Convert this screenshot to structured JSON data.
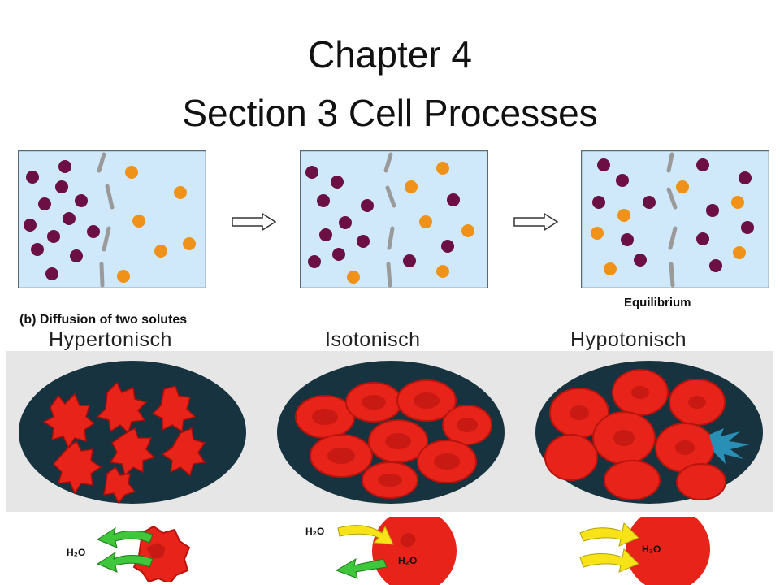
{
  "title": {
    "line1": "Chapter 4",
    "line2": "Section 3 Cell Processes"
  },
  "diffusion": {
    "caption": "(b) Diffusion of two solutes",
    "equilibrium_label": "Equilibrium",
    "colors": {
      "solute_a": "#6b0f45",
      "solute_b": "#f0921a",
      "water": "#d0e9fa",
      "membrane": "#9a9a9a"
    }
  },
  "tonicity": {
    "labels": [
      "Hypertonisch",
      "Isotonisch",
      "Hypotonisch"
    ],
    "water_label": "H₂O",
    "colors": {
      "cell": "#e8231a",
      "background": "#16333f",
      "band": "#e6e6e6",
      "arrow_in": "#f7e318",
      "arrow_out": "#3fc63a"
    }
  }
}
